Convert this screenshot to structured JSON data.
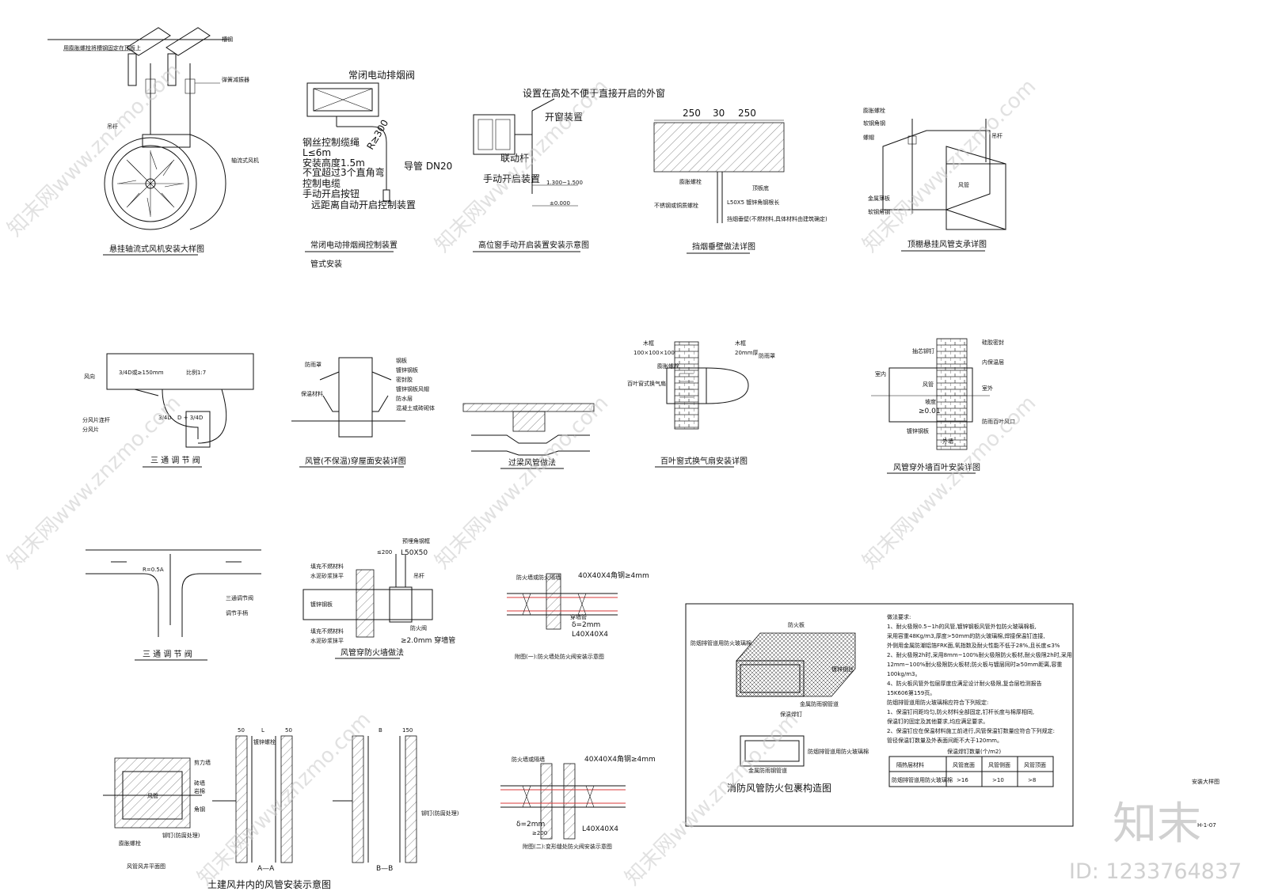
{
  "fan": {
    "note_top": "用膨胀螺栓将槽钢固定在顶板上",
    "l_channel": "槽钢",
    "l_damper": "弹簧减振器",
    "l_rod": "吊杆",
    "l_fan": "轴流式风机",
    "caption": "悬挂轴流式风机安装大样图"
  },
  "smoke": {
    "valve": "常闭电动排烟阀",
    "r": "R≥300",
    "notes": [
      "钢丝控制缆绳",
      "L≤6m",
      "安装高度1.5m",
      "不宜超过3个直角弯",
      "控制电缆",
      "手动开启按钮",
      "远距离自动开启控制装置"
    ],
    "pipe": "导管 DN20",
    "caption": "常闭电动排烟阀控制装置",
    "sub": "管式安装"
  },
  "window": {
    "title": "设置在高处不便于直接开启的外窗",
    "l1": "开窗装置",
    "l2": "联动杆",
    "l3": "手动开启装置",
    "d1": "1.300~1.500",
    "d2": "±0.000",
    "caption": "高位窗手动开启装置安装示意图"
  },
  "wall": {
    "dims": [
      "250",
      "30",
      "250"
    ],
    "l1": "膨胀螺栓",
    "l2": "顶板底",
    "l3": "不锈钢或铜质螺栓",
    "l4": "L50X5  镀锌角钢根长",
    "l5": "挡烟垂壁(不燃材料,具体材料由建筑确定)",
    "caption": "挡烟垂壁做法详图"
  },
  "ceiling": {
    "l1": "膨胀螺栓",
    "l2": "软钢角钢",
    "l3": "螺帽",
    "l4": "吊杆",
    "l5": "风管",
    "l6": "金属薄板",
    "l7": "软钢角钢",
    "caption": "顶棚悬挂风管支承详图"
  },
  "tee1": {
    "l1": "风向",
    "l2": "3/4D或≥150mm",
    "l3": "比例1:7",
    "l4": "分风片连杆",
    "l5": "分风片",
    "l6": "3/4D",
    "l7": "D + 3/4D",
    "caption": "三 通 调 节 阀"
  },
  "roof": {
    "labels": [
      "防雨罩",
      "钢板",
      "镀锌钢板",
      "密封胶",
      "镀锌钢板风帽",
      "防水层",
      "混凝土或砖砌体",
      "保温材料"
    ],
    "caption": "风管(不保温)穿屋面安装详图"
  },
  "beam": {
    "caption": "过梁风管做法"
  },
  "louver": {
    "l1": "木框",
    "l2": "100×100×100",
    "l3": "木框",
    "l4": "20mm厚",
    "l5": "防雨罩",
    "l6": "膨胀螺栓",
    "l7": "百叶窗式换气扇",
    "caption": "百叶窗式换气扇安装详图"
  },
  "outer": {
    "l1": "抽芯铆钉",
    "l2": "硅胶密封",
    "l3": "内保温层",
    "l4": "室内",
    "l5": "风管",
    "l6": "室外",
    "l7": "坡度",
    "l8": "≥0.01",
    "l9": "防雨百叶风口",
    "l10": "镀锌钢板",
    "l11": "外墙",
    "caption": "风管穿外墙百叶安装详图"
  },
  "tee2": {
    "l1": "R=0.5A",
    "l2": "三通调节阀",
    "l3": "调节手柄",
    "caption": "三 通 调 节 阀"
  },
  "firewall": {
    "l1": "预埋角钢框",
    "l2": "L50X50",
    "l3": "≤200",
    "l4": "填充不燃材料",
    "l5": "水泥砂浆抹平",
    "l6": "吊杆",
    "l7": "镀锌钢板",
    "l8": "防火阀",
    "l9": "≥2.0mm 穿墙管",
    "l10": "填充不燃材料",
    "l11": "水泥砂浆抹平",
    "caption": "风管穿防火墙做法"
  },
  "fig1": {
    "l1": "防火墙或防火隔墙",
    "l2": "40X40X4角钢≥4mm",
    "l3": "δ=2mm",
    "l4": "穿墙管",
    "l5": "L40X40X4",
    "caption": "附图(一):防火墙处防火阀安装示意图"
  },
  "shaft": {
    "caption1": "风管风井平面图",
    "caption2": "土建风井内的风管安装示意图",
    "aa": "A—A",
    "bb": "B—B",
    "labels": [
      "剪力墙",
      "砖墙",
      "岩棉",
      "角钢",
      "风管",
      "膨胀螺栓",
      "铆钉(防腐处理)",
      "镀锌螺栓",
      "铆钉(防腐处理)"
    ],
    "dims": [
      "50",
      "L",
      "50",
      "B",
      "150"
    ]
  },
  "fig2": {
    "l1": "防火墙或隔墙",
    "l2": "40X40X4角钢≥4mm",
    "l3": "δ=2mm",
    "l4": "L40X40X4",
    "l5": "≥200",
    "caption": "附图(二):变形缝处防火阀安装示意图"
  },
  "wrap": {
    "l1": "防火板",
    "l2": "防烟排管道用防火玻璃棉",
    "l3": "镀锌钢丝",
    "l4": "金属防雨钢管道",
    "l5": "保温焊钉",
    "l6": "防烟排管道用防火玻璃棉",
    "l7": "金属防雨钢管道",
    "caption": "消防风管防火包裹构造图",
    "notes_title": "做法要求:",
    "notes": [
      "1、耐火极限0.5~1h的风管,镀锌钢板风管外包防火玻璃棉板,",
      "采用容重48Kg/m3,厚度>50mm的防火玻璃棉,焊接保温钉连接,",
      "外侧用金属防潮铝箔FRK面,氧指数及耐火性能不低于28%,且长度≤3%",
      "2、耐火极限2h时,采用8mm~100%耐火极限防火板材,耐火极限2h时,采用",
      "12mm~100%耐火极限防火板材;防火板与镀层同时≥50mm距离,容重",
      "100kg/m3。",
      "4、防火板风管外包层厚度应满足设计耐火极限,复合层检测报告",
      "15K606第159页。",
      "防烟排管道用防火玻璃棉应符合下列规定:",
      "1、保温钉间距均匀,防火材料全部固定,钉杆长度与棉厚相同,",
      "保温钉的固定及其他要求,均应满足要求。",
      "2、保温钉应在保温材料施工前进行,风管保温钉数量应符合下列规定:",
      "管径保温钉数量及外表面间距不大于120mm。"
    ],
    "table_title": "保温焊钉数量(个/m2)",
    "table_head": [
      "隔热层材料",
      "风管底面",
      "风管侧面",
      "风管顶面"
    ],
    "table_row": [
      "防烟排管道用防火玻璃棉",
      ">16",
      ">10",
      ">8"
    ]
  },
  "title_block": {
    "name": "安装大样图",
    "code": "H-1-07"
  },
  "branding": {
    "watermark": "知末网www.znzmo.com",
    "logo": "知末",
    "id": "ID: 1233764837"
  }
}
